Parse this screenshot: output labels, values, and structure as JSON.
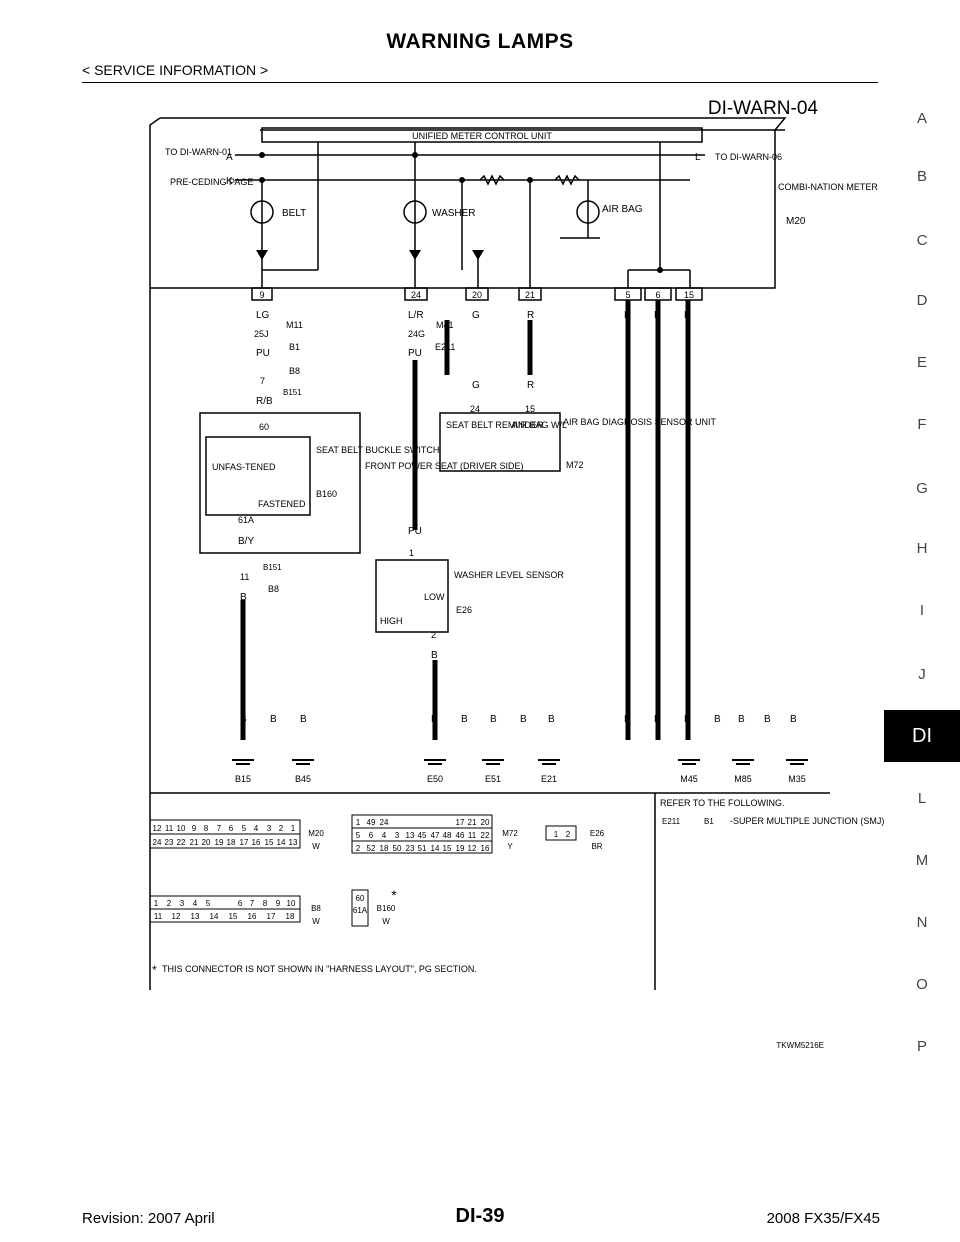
{
  "header": {
    "title": "WARNING LAMPS",
    "breadcrumb": "< SERVICE INFORMATION >"
  },
  "side_index": {
    "letters": [
      "A",
      "B",
      "C",
      "D",
      "E",
      "F",
      "G",
      "H",
      "I",
      "J"
    ],
    "active": "DI",
    "letters_after": [
      "L",
      "M",
      "N",
      "O",
      "P"
    ]
  },
  "diagram": {
    "id": "DI-WARN-04",
    "unit": "UNIFIED METER CONTROL UNIT",
    "left_ref": "TO DI-WARN-01",
    "left_ref2": "PRE-CEDING PAGE",
    "tag_a": "A",
    "tag_k": "K",
    "tag_l": "L",
    "right_ref": "TO DI-WARN-06",
    "meter": "COMBI-NATION METER",
    "meter_conn": "M20",
    "belt": "BELT",
    "washer": "WASHER",
    "airbag": "AIR BAG",
    "pins_top": [
      "9",
      "24",
      "20",
      "21",
      "5",
      "6",
      "15"
    ],
    "wire_lg": "LG",
    "wire_lr": "L/R",
    "wire_g": "G",
    "wire_r": "R",
    "wire_b": "B",
    "wire_pu": "PU",
    "wire_rb": "R/B",
    "wire_by": "B/Y",
    "c_25j": "25J",
    "c_m11": "M11",
    "c_b1": "B1",
    "c_24g": "24G",
    "c_m41": "M41",
    "c_e211": "E211",
    "c_b8": "B8",
    "c_7": "7",
    "c_b151": "B151",
    "seatbelt_reminder": "SEAT BELT REMINDER",
    "airbag_wl": "AIR BAG W/L",
    "pin_24": "24",
    "pin_15": "15",
    "airbag_unit": "AIR BAG DIAGNOSIS SENSOR UNIT",
    "c_m72": "M72",
    "pin_60": "60",
    "pin_61a": "61A",
    "unfastened": "UNFAS-TENED",
    "fastened": "FASTENED",
    "buckle_switch": "SEAT BELT BUCKLE SWITCH",
    "c_b160": "B160",
    "front_seat": "FRONT POWER SEAT (DRIVER SIDE)",
    "pin_11": "11",
    "pin_1": "1",
    "pin_2": "2",
    "washer_sensor": "WASHER LEVEL SENSOR",
    "c_e26": "E26",
    "low": "LOW",
    "high": "HIGH",
    "grounds": [
      "B15",
      "B45",
      "E50",
      "E51",
      "E21",
      "M45",
      "M85",
      "M35"
    ],
    "refer": "REFER TO THE FOLLOWING.",
    "smj": "-SUPER MULTIPLE JUNCTION (SMJ)",
    "m20_rows": [
      [
        "12",
        "11",
        "10",
        "9",
        "8",
        "7",
        "6",
        "5",
        "4",
        "3",
        "2",
        "1"
      ],
      [
        "24",
        "23",
        "22",
        "21",
        "20",
        "19",
        "18",
        "17",
        "16",
        "15",
        "14",
        "13"
      ]
    ],
    "m20_color": "W",
    "m72_rows": [
      [
        "1",
        "49",
        "24",
        "",
        "",
        "",
        "17",
        "21",
        "20"
      ],
      [
        "5",
        "6",
        "4",
        "3",
        "13",
        "45",
        "47",
        "48",
        "46",
        "11",
        "22"
      ],
      [
        "2",
        "52",
        "18",
        "50",
        "23",
        "51",
        "14",
        "15",
        "19",
        "12",
        "16"
      ]
    ],
    "m72_color": "Y",
    "e26_pins": [
      "1",
      "2"
    ],
    "e26_color": "BR",
    "b8_rows": [
      [
        "1",
        "2",
        "3",
        "4",
        "5",
        "",
        "6",
        "7",
        "8",
        "9",
        "10"
      ],
      [
        "11",
        "12",
        "13",
        "14",
        "15",
        "16",
        "17",
        "18"
      ]
    ],
    "b8_color": "W",
    "b160_pins": [
      "60",
      "61A"
    ],
    "b160_color": "W",
    "star": "*",
    "note": "THIS CONNECTOR IS NOT SHOWN IN \"HARNESS LAYOUT\", PG SECTION.",
    "code": "TKWM5216E"
  },
  "footer": {
    "revision": "Revision: 2007 April",
    "page": "DI-39",
    "model": "2008 FX35/FX45"
  }
}
